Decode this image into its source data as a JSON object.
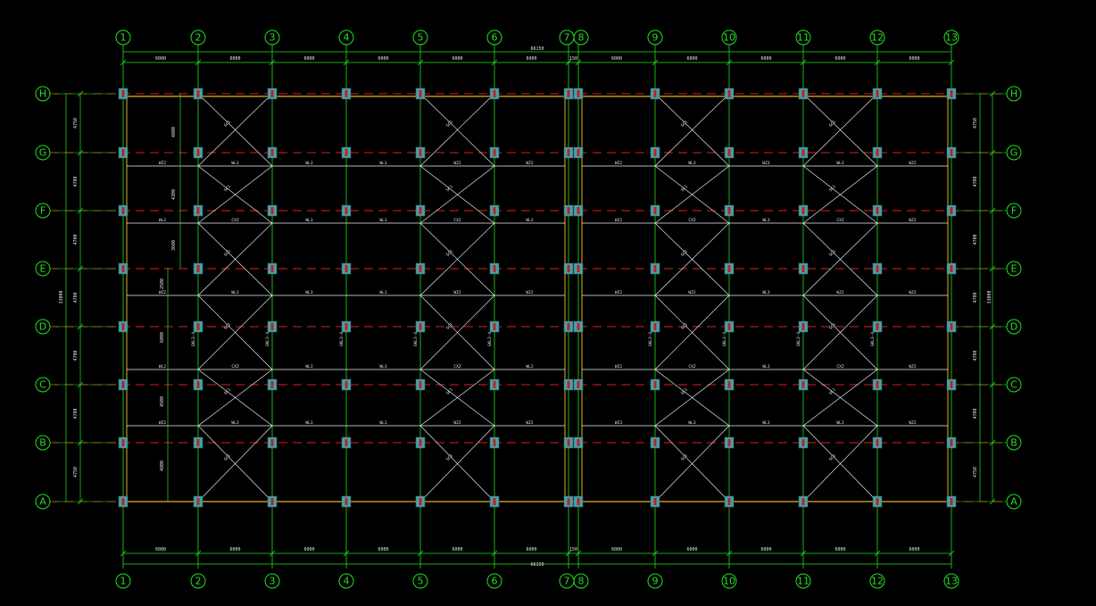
{
  "drawing": {
    "background": "#000000",
    "colors": {
      "axis": "#21e021",
      "grid_line": "#e01c1c",
      "beam": "#f0f0f0",
      "edge_beam": "#e8b020",
      "column": "#4aa0a8",
      "bracing": "#ffffff",
      "dim_text": "#e8e8e8"
    }
  },
  "column_axes": [
    "1",
    "2",
    "3",
    "4",
    "5",
    "6",
    "7",
    "8",
    "9",
    "10",
    "11",
    "12",
    "13"
  ],
  "row_axes": [
    "H",
    "G",
    "F",
    "E",
    "D",
    "C",
    "B",
    "A"
  ],
  "dimensions": {
    "top_segments": [
      "6000",
      "6000",
      "6000",
      "6000",
      "6000",
      "6000",
      "150",
      "6000",
      "6000",
      "6000",
      "6000",
      "6000"
    ],
    "top_total": "66150",
    "bottom_segments": [
      "6000",
      "6000",
      "6000",
      "6000",
      "6000",
      "6000",
      "150",
      "6000",
      "6000",
      "6000",
      "6000",
      "6000"
    ],
    "bottom_total": "66150",
    "left_segments": [
      "4750",
      "4700",
      "4700",
      "4700",
      "4700",
      "4700",
      "4750"
    ],
    "left_total": "33000",
    "right_segments": [
      "4750",
      "4700",
      "4700",
      "4700",
      "4700",
      "4700",
      "4750"
    ],
    "right_total": "33000",
    "inner_vertical": [
      "4800",
      "4300",
      "3600",
      "2500",
      "6000",
      "4500",
      "4800"
    ]
  },
  "beam_labels": {
    "row_G": [
      "WZ2",
      "WL3",
      "WL3",
      "WL3",
      "WZ2",
      "WZ2",
      "WZ2",
      "WL3",
      "WZ3",
      "WL3",
      "WZ2"
    ],
    "row_F": [
      "WL2",
      "CXZ",
      "WL3",
      "WL3",
      "CXZ",
      "WL2",
      "WZ2",
      "CXZ",
      "WL3",
      "CXZ",
      "WZ2"
    ],
    "row_E": [
      "WZ2",
      "WL3",
      "WL3",
      "WL3",
      "WZ2",
      "WZ2",
      "WZ2",
      "WZ2",
      "WL3",
      "WZ2",
      "WZ2"
    ],
    "row_D": [
      "WL2",
      "CXZ",
      "WL3",
      "WL3",
      "CXZ",
      "WL2",
      "WZ2",
      "CXZ",
      "WL3",
      "CXZ",
      "WZ2"
    ],
    "row_C": [
      "WZ2",
      "WL3",
      "WL3",
      "WL3",
      "WZ2",
      "WZ2",
      "WZ3",
      "WL3",
      "WL3",
      "WL3",
      "WZ2"
    ],
    "bracing": "SC1",
    "column_tags": [
      "GKL3-4",
      "GKL3-4",
      "GKL3-4",
      "GKL3-4",
      "GKL3-4",
      "GKL3-4",
      "GKL3-4",
      "GKL3-4",
      "GKL3-4"
    ]
  }
}
